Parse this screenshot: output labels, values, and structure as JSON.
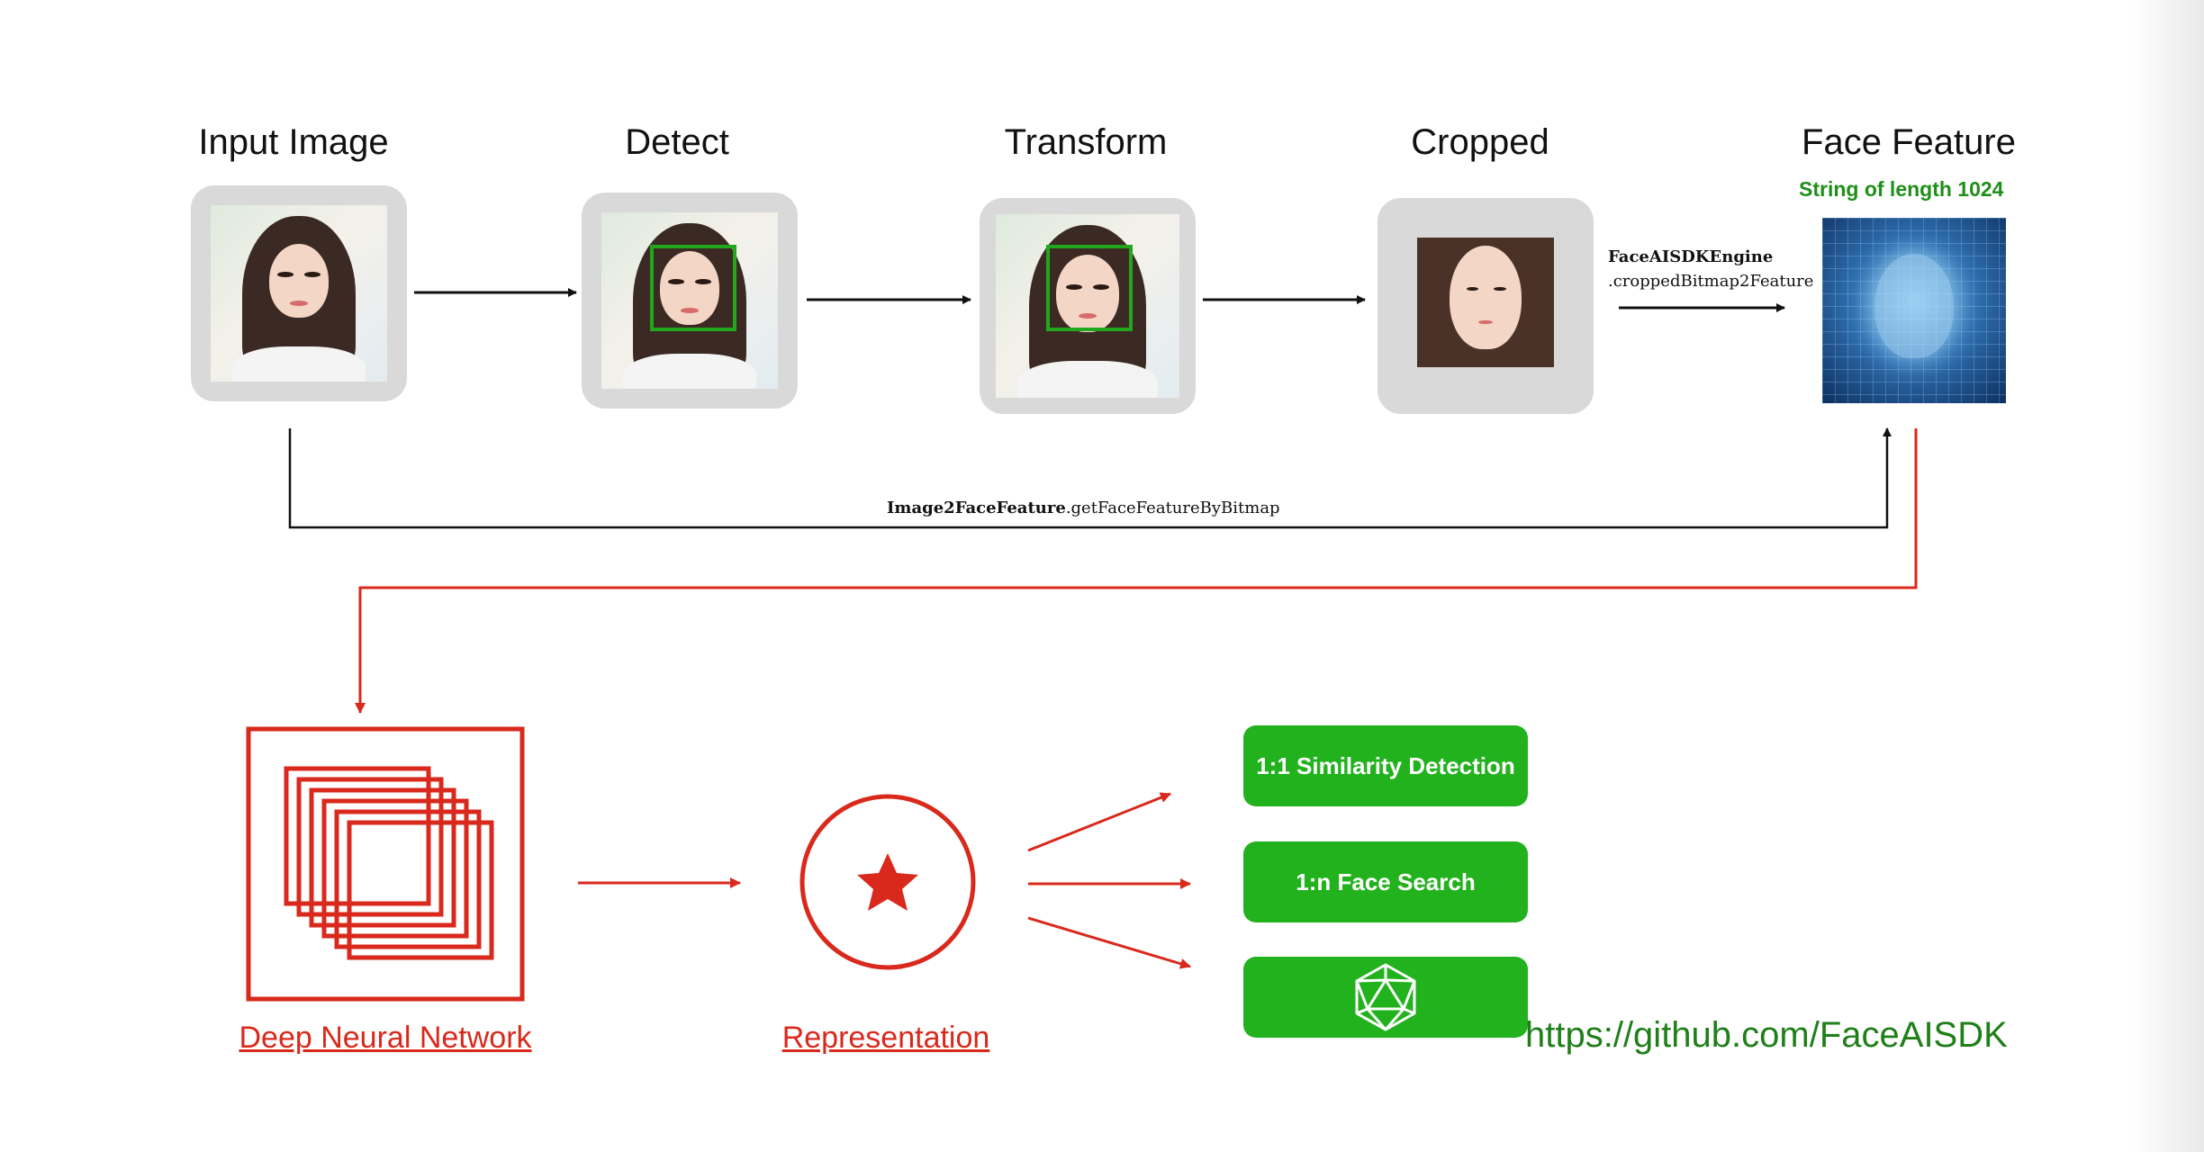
{
  "pipeline": {
    "steps": [
      {
        "title": "Input Image"
      },
      {
        "title": "Detect"
      },
      {
        "title": "Transform"
      },
      {
        "title": "Cropped"
      },
      {
        "title": "Face Feature"
      }
    ],
    "feature_subtitle": "String of length 1024",
    "engine_name": "FaceAISDKEngine",
    "engine_method": ".croppedBitmap2Feature",
    "bypass_class": "Image2FaceFeature",
    "bypass_method": ".getFaceFeatureByBitmap"
  },
  "bottom": {
    "network_label": "Deep Neural Network",
    "representation_label": "Representation",
    "actions": [
      {
        "label": "1:1 Similarity Detection"
      },
      {
        "label": "1:n Face Search"
      },
      {
        "label": "",
        "icon": "icosahedron-icon"
      }
    ],
    "url": "https://github.com/FaceAISDK"
  },
  "colors": {
    "red": "#d9291c",
    "green": "#22b21d",
    "dark_green": "#1f7f19",
    "frame_gray": "#d9d9d9"
  }
}
